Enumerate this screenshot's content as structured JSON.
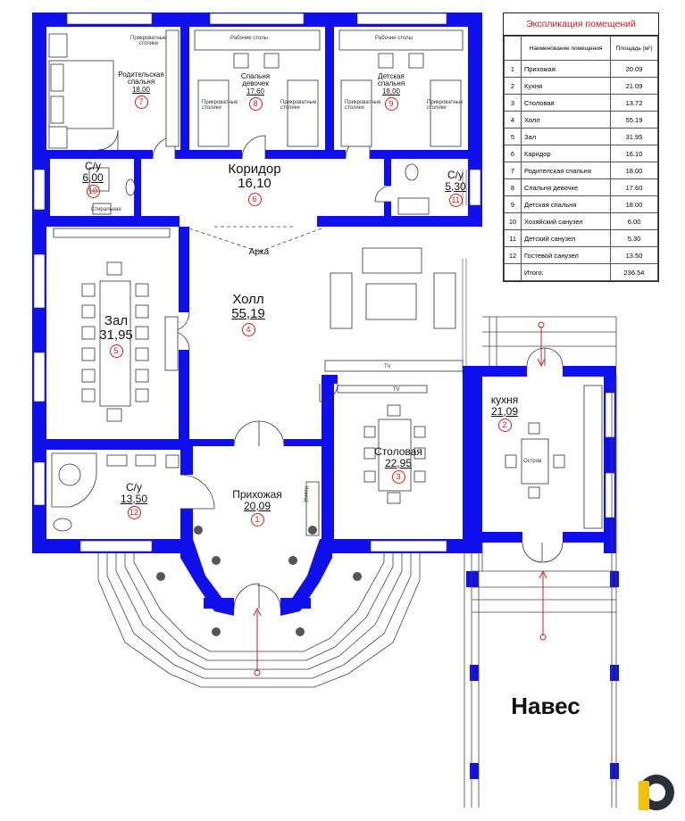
{
  "rooms": [
    {
      "id": "prihozhaya",
      "name": "Прихожая",
      "area": "20,09",
      "num": "1"
    },
    {
      "id": "kuhnya",
      "name": "кухня",
      "area": "21,09",
      "num": "2"
    },
    {
      "id": "stolovaya",
      "name": "Столовая",
      "area": "22,95",
      "num": "3"
    },
    {
      "id": "holl",
      "name": "Холл",
      "area": "55,19",
      "num": "4"
    },
    {
      "id": "zal",
      "name": "Зал",
      "area": "31,95",
      "num": "5"
    },
    {
      "id": "koridor",
      "name": "Коридор",
      "area": "16,10",
      "num": "6"
    },
    {
      "id": "roditelskaya",
      "name": "Родительская\nспальня",
      "area": "18,00",
      "num": "7"
    },
    {
      "id": "devochek",
      "name": "Спальня\nдевочек",
      "area": "17,60",
      "num": "8"
    },
    {
      "id": "detskaya",
      "name": "Детская\nспальня",
      "area": "18,00",
      "num": "9"
    },
    {
      "id": "su10",
      "name": "С/у",
      "area": "6,00",
      "num": "10"
    },
    {
      "id": "su11",
      "name": "С/у",
      "area": "5,30",
      "num": "11"
    },
    {
      "id": "su12",
      "name": "С/у",
      "area": "13,50",
      "num": "12"
    }
  ],
  "labels": {
    "arka": "Арка",
    "naves": "Навес",
    "ostrov": "Остров",
    "tv": "TV",
    "nightstand": "Прикроватные\nстолики",
    "desk": "Рабочие столы",
    "shelves": "Прикроватные\nстолики",
    "wardrobe": "Комод",
    "washer": "Стиральная"
  },
  "explication": {
    "title": "Экспликация помещений",
    "col_name": "Наименование помещения",
    "col_area": "Площадь (м²)",
    "rows": [
      {
        "n": "1",
        "name": "Прихожая",
        "area": "20.09"
      },
      {
        "n": "2",
        "name": "Кухня",
        "area": "21.09"
      },
      {
        "n": "3",
        "name": "Столовая",
        "area": "13.72"
      },
      {
        "n": "4",
        "name": "Холл",
        "area": "55.19"
      },
      {
        "n": "5",
        "name": "Зал",
        "area": "31.95"
      },
      {
        "n": "6",
        "name": "Каридор",
        "area": "16.10"
      },
      {
        "n": "7",
        "name": "Родителская спальня",
        "area": "18.00"
      },
      {
        "n": "8",
        "name": "Спальня девочке",
        "area": "17.60"
      },
      {
        "n": "9",
        "name": "Детская спальня",
        "area": "18.00"
      },
      {
        "n": "10",
        "name": "Хозяйский санузел",
        "area": "6.00"
      },
      {
        "n": "11",
        "name": "Детский санузел",
        "area": "5.30"
      },
      {
        "n": "12",
        "name": "Гостевой санузел",
        "area": "13.50"
      }
    ],
    "total_label": "Итого:",
    "total": "236.54"
  },
  "colors": {
    "wall": "#1010ee",
    "accent": "#e01818",
    "logo_yellow": "#f2c200",
    "logo_dark": "#2a2f3a"
  }
}
